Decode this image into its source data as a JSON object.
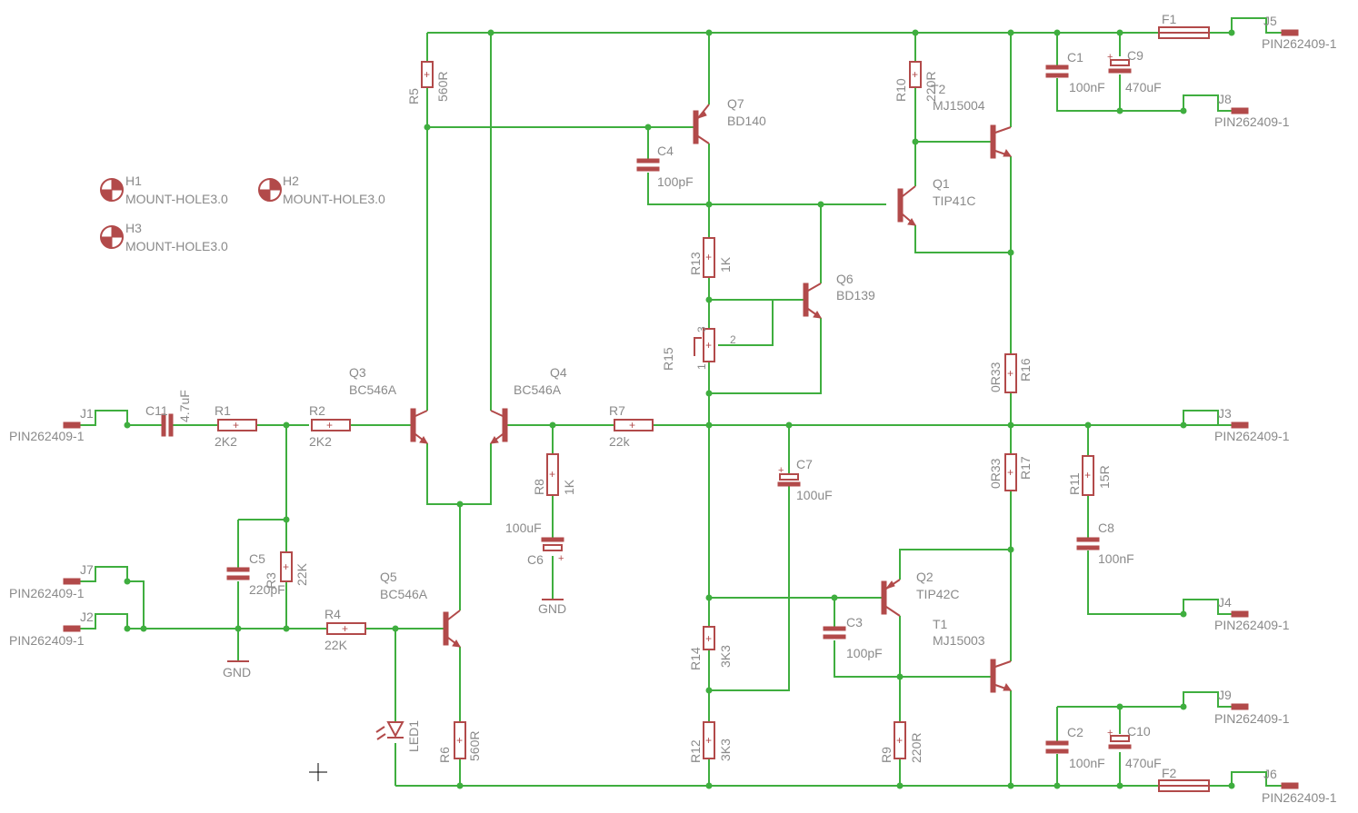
{
  "components": {
    "H1": {
      "name": "H1",
      "value": "MOUNT-HOLE3.0"
    },
    "H2": {
      "name": "H2",
      "value": "MOUNT-HOLE3.0"
    },
    "H3": {
      "name": "H3",
      "value": "MOUNT-HOLE3.0"
    },
    "J1": {
      "name": "J1",
      "value": "PIN262409-1"
    },
    "J2": {
      "name": "J2",
      "value": "PIN262409-1"
    },
    "J3": {
      "name": "J3",
      "value": "PIN262409-1"
    },
    "J4": {
      "name": "J4",
      "value": "PIN262409-1"
    },
    "J5": {
      "name": "J5",
      "value": "PIN262409-1"
    },
    "J6": {
      "name": "J6",
      "value": "PIN262409-1"
    },
    "J7": {
      "name": "J7",
      "value": "PIN262409-1"
    },
    "J8": {
      "name": "J8",
      "value": "PIN262409-1"
    },
    "J9": {
      "name": "J9",
      "value": "PIN262409-1"
    },
    "C1": {
      "name": "C1",
      "value": "100nF"
    },
    "C2": {
      "name": "C2",
      "value": "100nF"
    },
    "C3": {
      "name": "C3",
      "value": "100pF"
    },
    "C4": {
      "name": "C4",
      "value": "100pF"
    },
    "C5": {
      "name": "C5",
      "value": "220pF"
    },
    "C6": {
      "name": "C6",
      "value": "100uF"
    },
    "C7": {
      "name": "C7",
      "value": "100uF"
    },
    "C8": {
      "name": "C8",
      "value": "100nF"
    },
    "C9": {
      "name": "C9",
      "value": "470uF"
    },
    "C10": {
      "name": "C10",
      "value": "470uF"
    },
    "C11": {
      "name": "C11",
      "value": "4.7uF"
    },
    "R1": {
      "name": "R1",
      "value": "2K2"
    },
    "R2": {
      "name": "R2",
      "value": "2K2"
    },
    "R3": {
      "name": "R3",
      "value": "22K"
    },
    "R4": {
      "name": "R4",
      "value": "22K"
    },
    "R5": {
      "name": "R5",
      "value": "560R"
    },
    "R6": {
      "name": "R6",
      "value": "560R"
    },
    "R7": {
      "name": "R7",
      "value": "22k"
    },
    "R8": {
      "name": "R8",
      "value": "1K"
    },
    "R9": {
      "name": "R9",
      "value": "220R"
    },
    "R10": {
      "name": "R10",
      "value": "220R"
    },
    "R11": {
      "name": "R11",
      "value": "15R"
    },
    "R12": {
      "name": "R12",
      "value": "3K3"
    },
    "R13": {
      "name": "R13",
      "value": "1K"
    },
    "R14": {
      "name": "R14",
      "value": "3K3"
    },
    "R15": {
      "name": "R15",
      "pin1": "1",
      "pin2": "2",
      "pin3": "3"
    },
    "R16": {
      "name": "R16",
      "value": "0R33"
    },
    "R17": {
      "name": "R17",
      "value": "0R33"
    },
    "Q1": {
      "name": "Q1",
      "value": "TIP41C"
    },
    "Q2": {
      "name": "Q2",
      "value": "TIP42C"
    },
    "Q3": {
      "name": "Q3",
      "value": "BC546A"
    },
    "Q4": {
      "name": "Q4",
      "value": "BC546A"
    },
    "Q5": {
      "name": "Q5",
      "value": "BC546A"
    },
    "Q6": {
      "name": "Q6",
      "value": "BD139"
    },
    "Q7": {
      "name": "Q7",
      "value": "BD140"
    },
    "T1": {
      "name": "T1",
      "value": "MJ15003"
    },
    "T2": {
      "name": "T2",
      "value": "MJ15004"
    },
    "LED1": {
      "name": "LED1"
    },
    "F1": {
      "name": "F1"
    },
    "F2": {
      "name": "F2"
    }
  },
  "supplies": {
    "gnd": "GND"
  },
  "colors": {
    "wire": "#3fae3f",
    "part": "#b24a4a",
    "label": "#8a8a8a",
    "background": "#ffffff"
  }
}
